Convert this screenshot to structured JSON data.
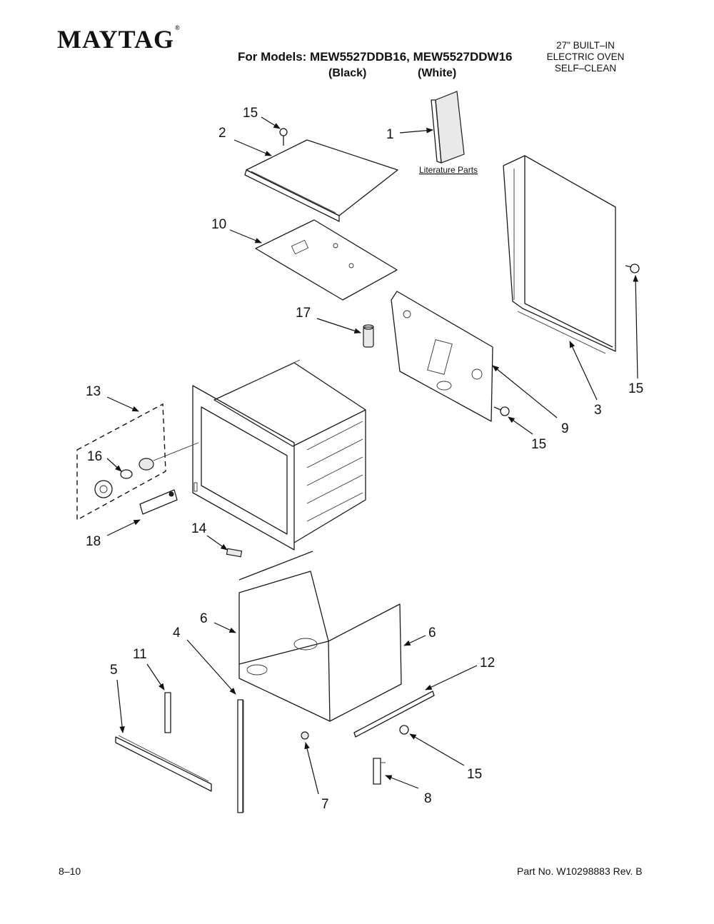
{
  "header": {
    "brand": "MAYTAG",
    "brand_mark": "®",
    "models_line": "For Models: MEW5527DDB16, MEW5527DDW16",
    "variant_black": "(Black)",
    "variant_white": "(White)",
    "product_line1": "27\" BUILT–IN",
    "product_line2": "ELECTRIC OVEN",
    "product_line3": "SELF–CLEAN"
  },
  "diagram": {
    "literature_label": "Literature Parts",
    "callouts": {
      "c1": "1",
      "c2": "2",
      "c3": "3",
      "c4": "4",
      "c5": "5",
      "c6a": "6",
      "c6b": "6",
      "c7": "7",
      "c8": "8",
      "c9": "9",
      "c10": "10",
      "c11": "11",
      "c12": "12",
      "c13": "13",
      "c14": "14",
      "c15a": "15",
      "c15b": "15",
      "c15c": "15",
      "c15d": "15",
      "c16": "16",
      "c17": "17",
      "c18": "18"
    }
  },
  "footer": {
    "page": "8–10",
    "part_no": "Part No. W10298883 Rev. B"
  }
}
